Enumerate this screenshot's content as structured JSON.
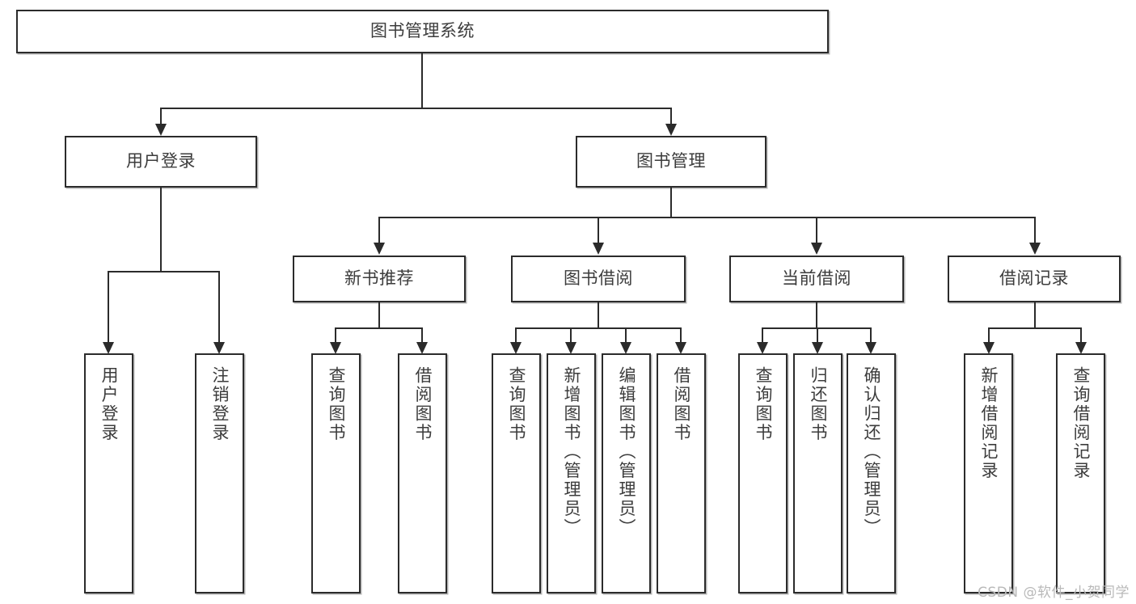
{
  "diagram": {
    "title": "图书管理系统",
    "type": "tree",
    "root": {
      "label": "图书管理系统"
    },
    "level2": [
      {
        "label": "用户登录"
      },
      {
        "label": "图书管理"
      }
    ],
    "level3": [
      {
        "label": "新书推荐"
      },
      {
        "label": "图书借阅"
      },
      {
        "label": "当前借阅"
      },
      {
        "label": "借阅记录"
      }
    ],
    "leaves": {
      "user_login": [
        {
          "label": "用户登录"
        },
        {
          "label": "注销登录"
        }
      ],
      "new_book": [
        {
          "label": "查询图书"
        },
        {
          "label": "借阅图书"
        }
      ],
      "book_borrow": [
        {
          "label": "查询图书"
        },
        {
          "label": "新增图书（管理员）"
        },
        {
          "label": "编辑图书（管理员）"
        },
        {
          "label": "借阅图书"
        }
      ],
      "current_borrow": [
        {
          "label": "查询图书"
        },
        {
          "label": "归还图书"
        },
        {
          "label": "确认归还（管理员）"
        }
      ],
      "borrow_record": [
        {
          "label": "新增借阅记录"
        },
        {
          "label": "查询借阅记录"
        }
      ]
    }
  },
  "watermark": {
    "text": "CSDN @软件_小贺同学"
  },
  "colors": {
    "stroke": "#2b2b2b",
    "text": "#3c3c3c",
    "background": "#ffffff",
    "watermark": "#b9b9b9"
  }
}
